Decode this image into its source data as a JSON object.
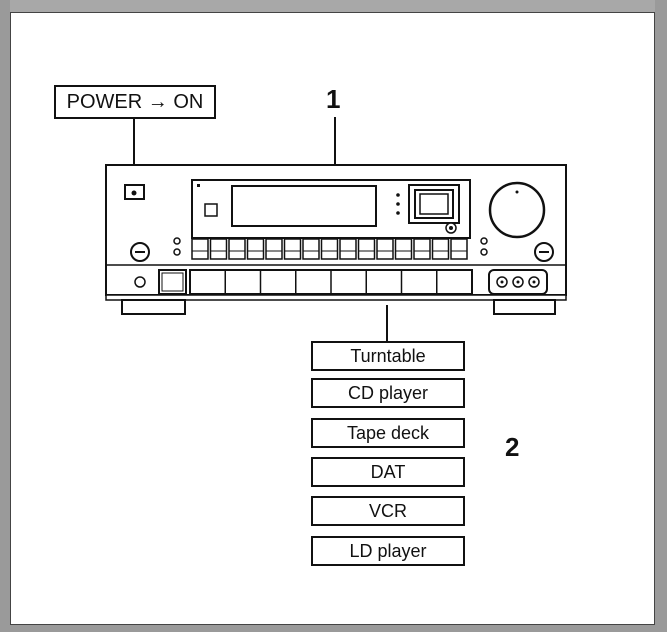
{
  "power_label": "POWER → ON",
  "callout_1": "1",
  "callout_2": "2",
  "sources": [
    "Turntable",
    "CD player",
    "Tape deck",
    "DAT",
    "VCR",
    "LD player"
  ]
}
